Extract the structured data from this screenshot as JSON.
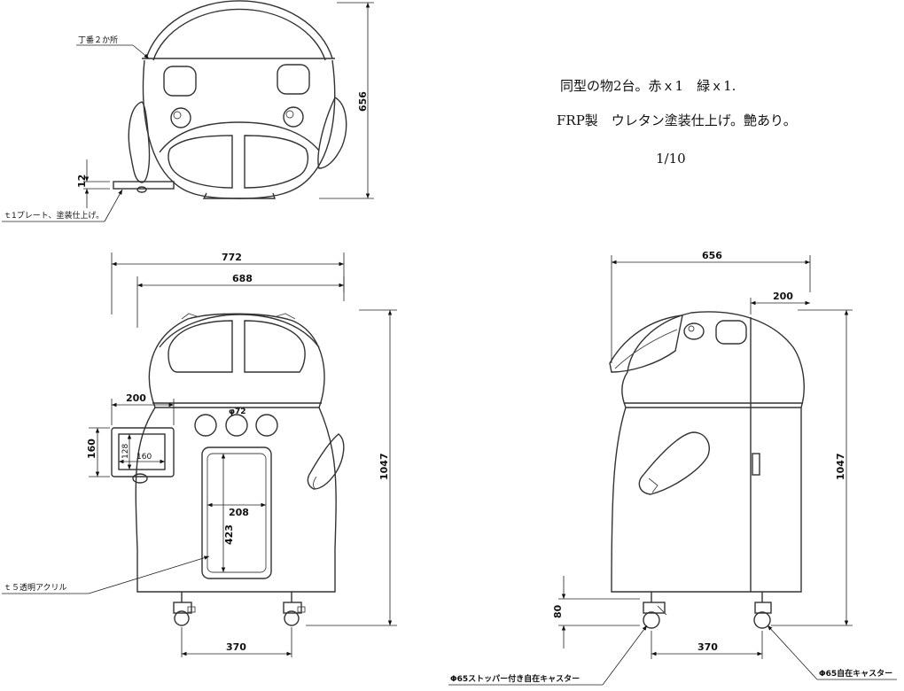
{
  "notes": {
    "line1": "同型の物2台。赤ｘ1　緑ｘ1.",
    "line2": "FRP製　ウレタン塗装仕上げ。艶あり。",
    "scale": "1/10"
  },
  "top_view": {
    "label_hinge": "丁番２か所",
    "label_plate": "ｔ1プレート、塗装仕上げ。",
    "dim_height": "656",
    "dim_plate": "12"
  },
  "front_view": {
    "dim_overall_width": "772",
    "dim_body_width": "688",
    "dim_panel_width": "200",
    "dim_panel_height": "160",
    "dim_screen_width": "160",
    "dim_screen_height": "128",
    "dim_buttons": "φ72",
    "dim_window_width": "208",
    "dim_window_height": "423",
    "dim_height": "1047",
    "dim_caster_span": "370",
    "label_acrylic": "ｔ５透明アクリル"
  },
  "side_view": {
    "dim_width": "656",
    "dim_top": "200",
    "dim_height": "1047",
    "dim_caster_height": "80",
    "dim_caster_span": "370",
    "label_stopper_caster": "Φ65ストッパー付き自在キャスター",
    "label_caster": "Φ65自在キャスター"
  }
}
